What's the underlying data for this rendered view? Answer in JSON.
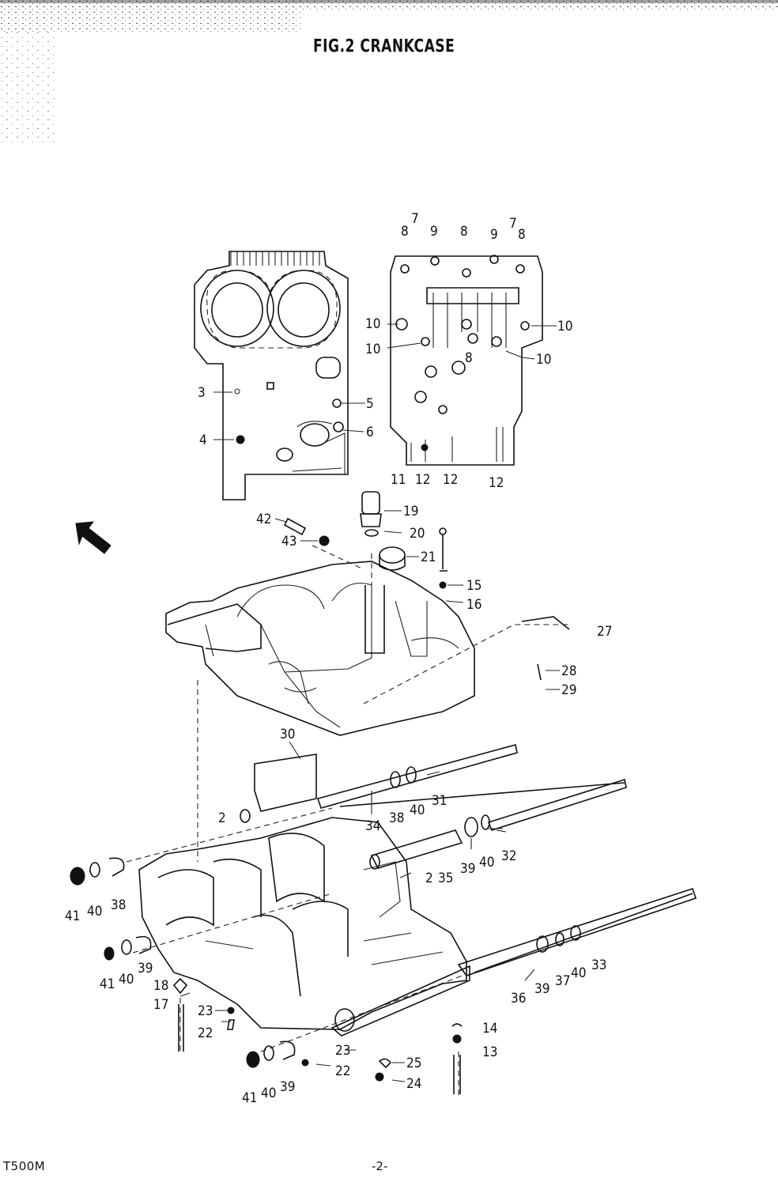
{
  "figure": {
    "title": "FIG.2 CRANKCASE",
    "footer_model": "T500M",
    "footer_page": "-2-"
  },
  "callouts": {
    "c1": "7",
    "c2": "8",
    "c3": "9",
    "c4": "8",
    "c5": "9",
    "c6": "7",
    "c7": "8",
    "c8": "10",
    "c9": "10",
    "c10": "10",
    "c11": "8",
    "c12": "10",
    "c13": "3",
    "c14": "5",
    "c15": "4",
    "c16": "6",
    "c17": "11",
    "c18": "12",
    "c19": "12",
    "c20": "12",
    "c21": "42",
    "c22": "19",
    "c23": "43",
    "c24": "20",
    "c25": "21",
    "c26": "15",
    "c27": "16",
    "c28": "27",
    "c29": "28",
    "c30": "29",
    "c31": "30",
    "c32": "34",
    "c33": "38",
    "c34": "40",
    "c35": "31",
    "c36": "2",
    "c37": "39",
    "c38": "40",
    "c39": "32",
    "c40": "2",
    "c41": "35",
    "c42": "41",
    "c43": "40",
    "c44": "38",
    "c45": "41",
    "c46": "40",
    "c47": "39",
    "c48": "18",
    "c49": "17",
    "c50": "23",
    "c51": "22",
    "c52": "36",
    "c53": "39",
    "c54": "37",
    "c55": "40",
    "c56": "33",
    "c57": "14",
    "c58": "13",
    "c59": "23",
    "c60": "22",
    "c61": "25",
    "c62": "24",
    "c63": "41",
    "c64": "40",
    "c65": "39"
  },
  "icons": [
    "front-arrow-icon"
  ]
}
